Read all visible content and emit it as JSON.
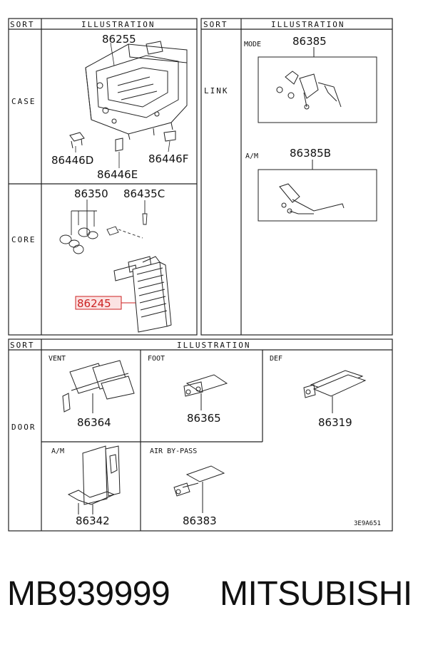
{
  "headers": {
    "sort": "SORT",
    "illustration": "ILLUSTRATION"
  },
  "sorts": {
    "case": "CASE",
    "core": "CORE",
    "link": "LINK",
    "door": "DOOR"
  },
  "case_parts": {
    "main": "86255",
    "left": "86446D",
    "bottom": "86446E",
    "right": "86446F"
  },
  "core_parts": {
    "grommet": "86350",
    "screw": "86435C",
    "heater_core": "86245"
  },
  "link_parts": {
    "mode_label": "MODE",
    "mode": "86385",
    "am_label": "A/M",
    "am": "86385B"
  },
  "door_parts": {
    "vent_label": "VENT",
    "vent": "86364",
    "foot_label": "FOOT",
    "foot": "86365",
    "def_label": "DEF",
    "def": "86319",
    "am_label": "A/M",
    "am": "86342",
    "bypass_label": "AIR BY-PASS",
    "bypass": "86383"
  },
  "figure_code": "3E9A651",
  "footer": {
    "part_number": "MB939999",
    "brand": "MITSUBISHI"
  },
  "colors": {
    "line": "#222222",
    "highlight": "#cc2222",
    "highlight_fill": "#fbe3e3"
  }
}
